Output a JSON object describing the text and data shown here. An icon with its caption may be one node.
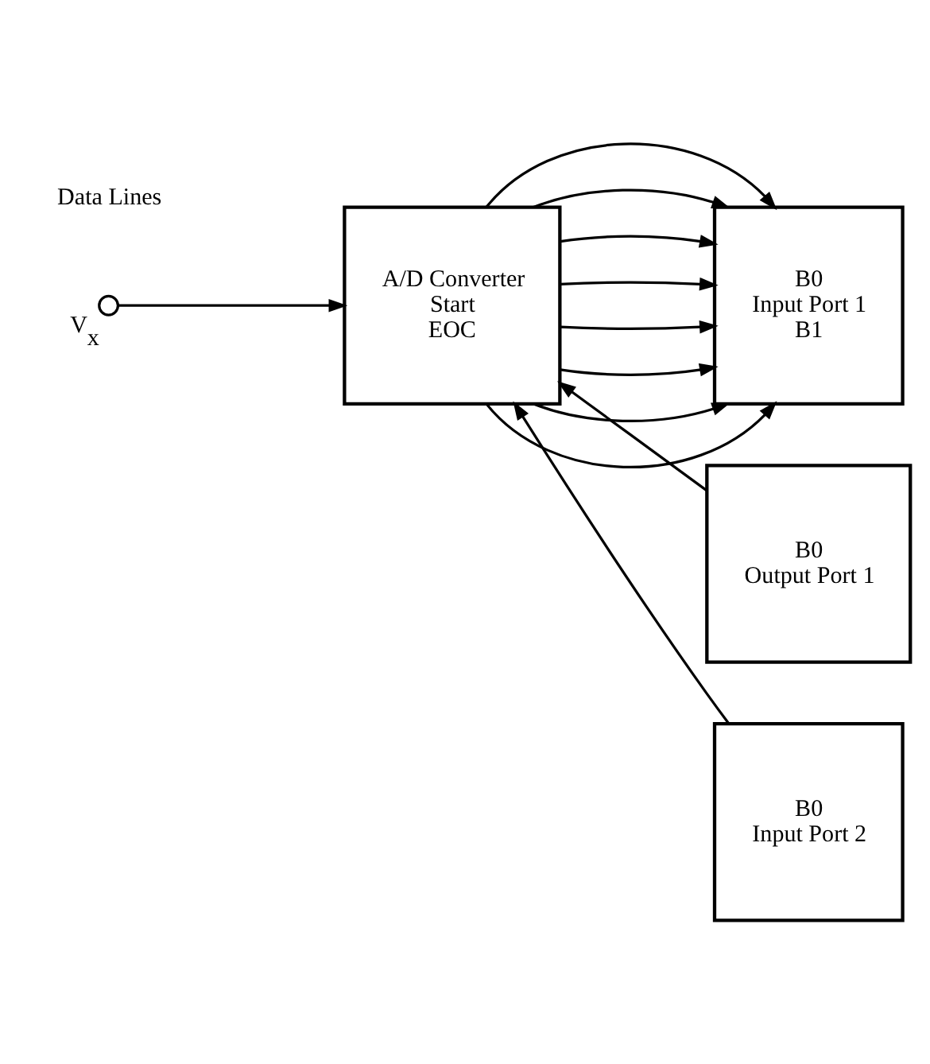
{
  "diagram": {
    "nodes": [
      {
        "text": [
          "B0",
          "Input Port 1",
          "B1"
        ]
      },
      {
        "text": [
          "A/D Converter",
          "Start",
          "EOC"
        ]
      },
      {
        "text": [],
        "shape": "circle",
        "beside": [
          "V$_{x}$"
        ]
      },
      {
        "text": [
          "B0",
          "Output Port 1"
        ]
      },
      {
        "text": [
          "B0",
          "Input Port 2"
        ]
      }
    ],
    "edges": [
      {
        "from": 1,
        "to": 0,
        "arrow": "to"
      },
      {
        "from": 1,
        "to": 0,
        "arrow": "to"
      },
      {
        "from": 1,
        "to": 0,
        "arrow": "to"
      },
      {
        "from": 1,
        "to": 0,
        "arrow": "to"
      },
      {
        "from": 1,
        "to": 0,
        "arrow": "to"
      },
      {
        "from": 1,
        "to": 0,
        "arrow": "to"
      },
      {
        "from": 1,
        "to": 0,
        "arrow": "to"
      },
      {
        "from": 1,
        "to": 0,
        "arrow": "to"
      },
      {
        "from": 3,
        "to": 1,
        "arrow": "to"
      },
      {
        "from": 4,
        "to": 1,
        "arrow": "to"
      },
      {
        "from": 2,
        "to": 1,
        "arrow": "to"
      }
    ],
    "labels": [
      "Data Lines"
    ]
  }
}
